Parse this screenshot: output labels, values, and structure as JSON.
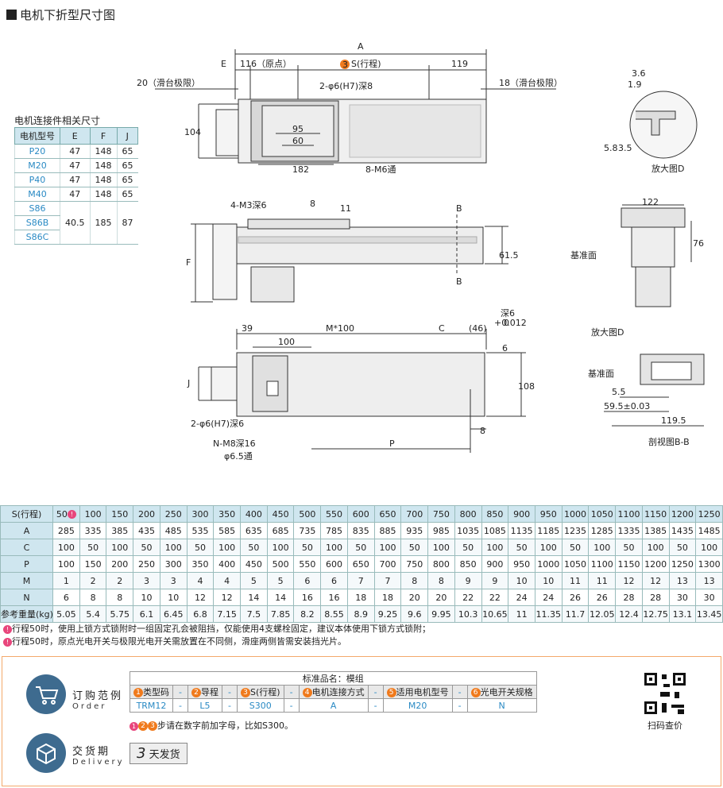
{
  "title": "电机下折型尺寸图",
  "motor_table": {
    "caption": "电机连接件相关尺寸",
    "headers": [
      "电机型号",
      "E",
      "F",
      "J"
    ],
    "rows": [
      {
        "model": "P20",
        "E": "47",
        "F": "148",
        "J": "65"
      },
      {
        "model": "M20",
        "E": "47",
        "F": "148",
        "J": "65"
      },
      {
        "model": "P40",
        "E": "47",
        "F": "148",
        "J": "65"
      },
      {
        "model": "M40",
        "E": "47",
        "F": "148",
        "J": "65"
      }
    ],
    "group": {
      "models": [
        "S86",
        "S86B",
        "S86C"
      ],
      "E": "40.5",
      "F": "185",
      "J": "87"
    }
  },
  "labels": {
    "A": "A",
    "E": "E",
    "d116": "116（原点）",
    "s_num": "3",
    "s_label": "S(行程)",
    "d119": "119",
    "lim20": "20（滑台极限）",
    "lim18": "18（滑台极限）",
    "hole1": "2-φ6(H7)深8",
    "d104": "104",
    "d95": "95",
    "d60": "60",
    "d182": "182",
    "m6": "8-M6通",
    "m3": "4-M3深6",
    "d8": "8",
    "d11": "11",
    "B": "B",
    "F": "F",
    "d61": "61.5",
    "d39": "39",
    "m100": "M*100",
    "C": "C",
    "d46": "(46)",
    "d100": "100",
    "J": "J",
    "tol": "+0.012",
    "tol0": "0",
    "d6": "6",
    "deep6": "深6",
    "d108": "108",
    "hole2": "2-φ6(H7)深6",
    "nm8": "N-M8深16",
    "phi65": "φ6.5通",
    "P": "P",
    "d36": "3.6",
    "d19": "1.9",
    "d58": "5.8",
    "d35": "3.5",
    "zoomD": "放大图D",
    "d122": "122",
    "d76": "76",
    "base": "基准面",
    "zoomD2": "放大图D",
    "base2": "基准面",
    "d55": "5.5",
    "d595": "59.5±0.03",
    "d1195": "119.5",
    "section": "剖视图B-B"
  },
  "spec": {
    "row_headers": [
      "S(行程)",
      "A",
      "C",
      "P",
      "M",
      "N",
      "参考重量(kg)"
    ],
    "S": [
      "50",
      "100",
      "150",
      "200",
      "250",
      "300",
      "350",
      "400",
      "450",
      "500",
      "550",
      "600",
      "650",
      "700",
      "750",
      "800",
      "850",
      "900",
      "950",
      "1000",
      "1050",
      "1100",
      "1150",
      "1200",
      "1250"
    ],
    "A": [
      "285",
      "335",
      "385",
      "435",
      "485",
      "535",
      "585",
      "635",
      "685",
      "735",
      "785",
      "835",
      "885",
      "935",
      "985",
      "1035",
      "1085",
      "1135",
      "1185",
      "1235",
      "1285",
      "1335",
      "1385",
      "1435",
      "1485"
    ],
    "C": [
      "100",
      "50",
      "100",
      "50",
      "100",
      "50",
      "100",
      "50",
      "100",
      "50",
      "100",
      "50",
      "100",
      "50",
      "100",
      "50",
      "100",
      "50",
      "100",
      "50",
      "100",
      "50",
      "100",
      "50",
      "100"
    ],
    "P": [
      "100",
      "150",
      "200",
      "250",
      "300",
      "350",
      "400",
      "450",
      "500",
      "550",
      "600",
      "650",
      "700",
      "750",
      "800",
      "850",
      "900",
      "950",
      "1000",
      "1050",
      "1100",
      "1150",
      "1200",
      "1250",
      "1300"
    ],
    "M": [
      "1",
      "2",
      "2",
      "3",
      "3",
      "4",
      "4",
      "5",
      "5",
      "6",
      "6",
      "7",
      "7",
      "8",
      "8",
      "9",
      "9",
      "10",
      "10",
      "11",
      "11",
      "12",
      "12",
      "13",
      "13"
    ],
    "N": [
      "6",
      "8",
      "8",
      "10",
      "10",
      "12",
      "12",
      "14",
      "14",
      "16",
      "16",
      "18",
      "18",
      "20",
      "20",
      "22",
      "22",
      "24",
      "24",
      "26",
      "26",
      "28",
      "28",
      "30",
      "30"
    ],
    "W": [
      "5.05",
      "5.4",
      "5.75",
      "6.1",
      "6.45",
      "6.8",
      "7.15",
      "7.5",
      "7.85",
      "8.2",
      "8.55",
      "8.9",
      "9.25",
      "9.6",
      "9.95",
      "10.3",
      "10.65",
      "11",
      "11.35",
      "11.7",
      "12.05",
      "12.4",
      "12.75",
      "13.1",
      "13.45"
    ]
  },
  "notes": [
    "行程50时，使用上锁方式锁附时一组固定孔会被阻挡，仅能使用4支螺栓固定，建议本体使用下锁方式锁附；",
    "行程50时，原点光电开关与极限光电开关需放置在不同侧，滑座两侧皆需安装挡光片。"
  ],
  "order": {
    "example_label": "订购范例",
    "example_en": "Order",
    "caption": "标准品名：模组",
    "headers": [
      "类型码",
      "导程",
      "S(行程)",
      "电机连接方式",
      "适用电机型号",
      "光电开关规格"
    ],
    "values": [
      "TRM12",
      "L5",
      "S300",
      "A",
      "M20",
      "N"
    ],
    "dash": "-",
    "note": "步请在数字前加字母，比如S300。",
    "delivery_label": "交货期",
    "delivery_en": "Delivery",
    "delivery_days": "3",
    "delivery_text": "天发货",
    "qr_caption": "扫码查价"
  }
}
